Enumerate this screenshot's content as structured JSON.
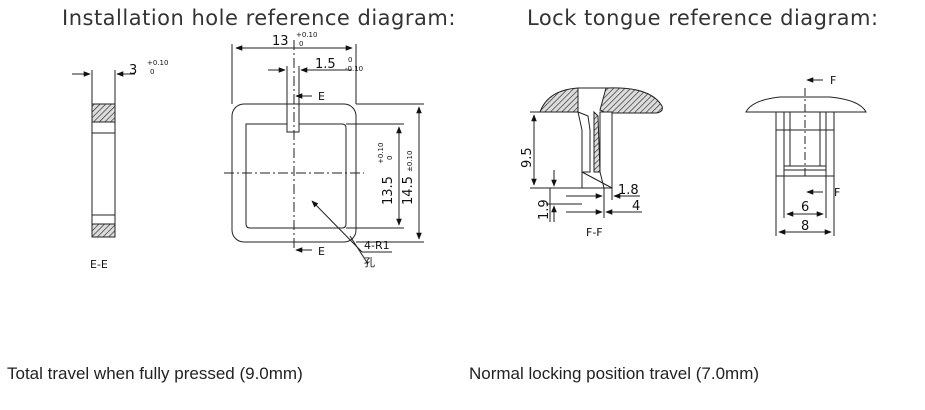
{
  "headings": {
    "installation": "Installation hole reference diagram:",
    "lock_tongue": "Lock tongue reference diagram:"
  },
  "captions": {
    "full_press": "Total travel when fully pressed (9.0mm)",
    "normal_lock": "Normal locking position travel (7.0mm)"
  },
  "installation_hole": {
    "section_label": "E-E",
    "thickness": "3",
    "thickness_tol": "+0.10 / 0",
    "outer_width": "13",
    "outer_width_tol": "+0.10 / 0",
    "slot_width": "1.5",
    "slot_width_tol": "0 / -0.10",
    "inner_height": "13.5",
    "inner_height_tol": "+0.10 / 0",
    "outer_height": "14.5",
    "outer_height_tol": "±0.10",
    "radius": "4-R1",
    "hole_mark": "孔",
    "section_marker": "E"
  },
  "lock_tongue": {
    "section_label": "F-F",
    "height": "9.5",
    "base": "1.9",
    "tongue_thickness": "1.8",
    "depth": "4",
    "inner_width": "6",
    "outer_width": "8",
    "section_marker": "F"
  }
}
